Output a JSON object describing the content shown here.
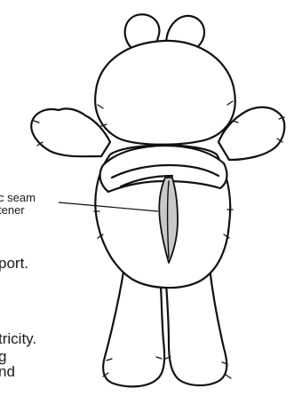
{
  "diagram": {
    "callout": {
      "line1": "c seam",
      "line2": "tener"
    },
    "fragments": [
      "port.",
      "tricity.",
      "g",
      "nd"
    ],
    "colors": {
      "outline": "#111111",
      "fill": "#ffffff",
      "seam": "#c9c9c9",
      "seam_dark": "#a8a8a8"
    }
  }
}
